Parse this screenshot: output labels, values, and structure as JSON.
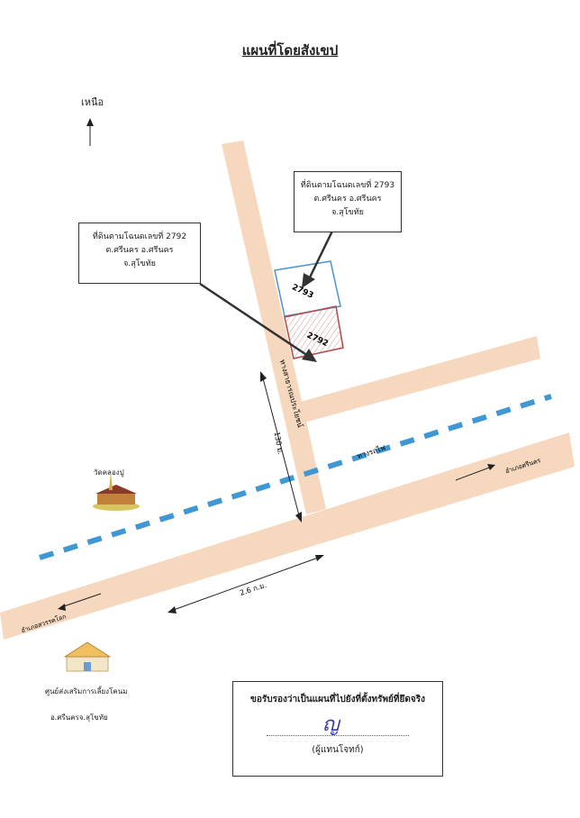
{
  "title": "แผนที่โดยสังเขป",
  "north_label": "เหนือ",
  "plot_2792_box": {
    "line1": "ที่ดินตามโฉนดเลขที่  2792",
    "line2": "ต.ศรีนคร อ.ศรีนคร",
    "line3": "จ.สุโขทัย"
  },
  "plot_2793_box": {
    "line1": "ที่ดินตามโฉนดเลขที่ 2793",
    "line2": "ต.ศรีนคร  อ.ศรีนคร",
    "line3": "จ.สุโขทัย"
  },
  "parcel_2793": "2793",
  "parcel_2792": "2792",
  "road_label": "ทางสาธารณประโยชน์",
  "distance_130m": "130 ม.",
  "distance_26km": "2.6 ก.ม.",
  "railway_label": "ทางรถไฟ",
  "temple_label": "วัดคลองปู",
  "to_srinakhon": "อำเภอศรีนคร",
  "to_sawankhalok": "อำเภอสวรรคโลก",
  "center_label_1": "ศูนย์ส่งเสริมการเลี้ยงโคนม",
  "center_label_2": "อ.ศรีนครจ.สุโขทัย",
  "certification": {
    "statement": "ขอรับรองว่าเป็นแผนที่ไปยังที่ตั้งทรัพย์ที่ยึดจริง",
    "signer_role": "(ผู้แทนโจทก์)"
  },
  "colors": {
    "road": "#f6d8bf",
    "railway": "#3f97d4",
    "parcel_2793": "#4a93d0",
    "parcel_2792": "#b04a4a"
  }
}
